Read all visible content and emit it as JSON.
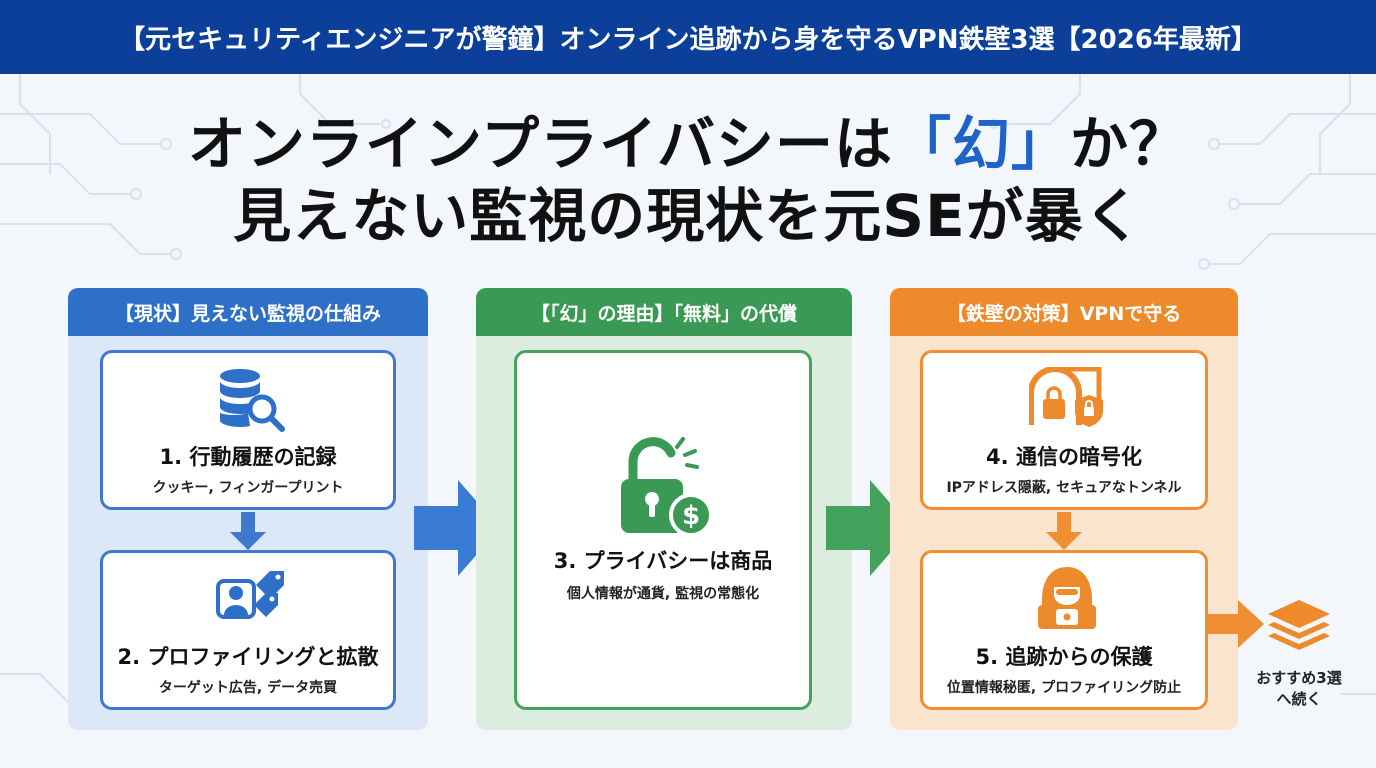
{
  "banner": {
    "text": "【元セキュリティエンジニアが警鐘】オンライン追跡から身を守るVPN鉄壁3選【2026年最新】"
  },
  "headline": {
    "line1_before": "オンラインプライバシーは",
    "line1_accent": "「幻」",
    "line1_after": "か？",
    "line2": "見えない監視の現状を元SEが暴く"
  },
  "panels": [
    {
      "header": "【現状】見えない監視の仕組み",
      "color": "#2e6fc7",
      "cards": [
        {
          "title": "1. 行動履歴の記録",
          "sub": "クッキー, フィンガープリント",
          "icon": "database-search-icon"
        },
        {
          "title": "2. プロファイリングと拡散",
          "sub": "ターゲット広告, データ売買",
          "icon": "user-tags-icon"
        }
      ]
    },
    {
      "header": "【「幻」の理由】「無料」の代償",
      "color": "#3a9a55",
      "cards": [
        {
          "title": "3. プライバシーは商品",
          "sub": "個人情報が通貨, 監視の常態化",
          "icon": "unlocked-padlock-dollar-icon"
        }
      ]
    },
    {
      "header": "【鉄壁の対策】VPNで守る",
      "color": "#ec8a2c",
      "cards": [
        {
          "title": "4. 通信の暗号化",
          "sub": "IPアドレス隠蔽, セキュアなトンネル",
          "icon": "secure-tunnel-icon"
        },
        {
          "title": "5. 追跡からの保護",
          "sub": "位置情報秘匿, プロファイリング防止",
          "icon": "hooded-hacker-icon"
        }
      ]
    }
  ],
  "next": {
    "line1": "おすすめ3選",
    "line2": "へ続く",
    "icon": "layers-icon"
  },
  "colors": {
    "banner": "#0b3f99",
    "accent": "#1d63c9",
    "blue": "#2e6fc7",
    "green": "#3a9a55",
    "orange": "#ec8a2c"
  }
}
